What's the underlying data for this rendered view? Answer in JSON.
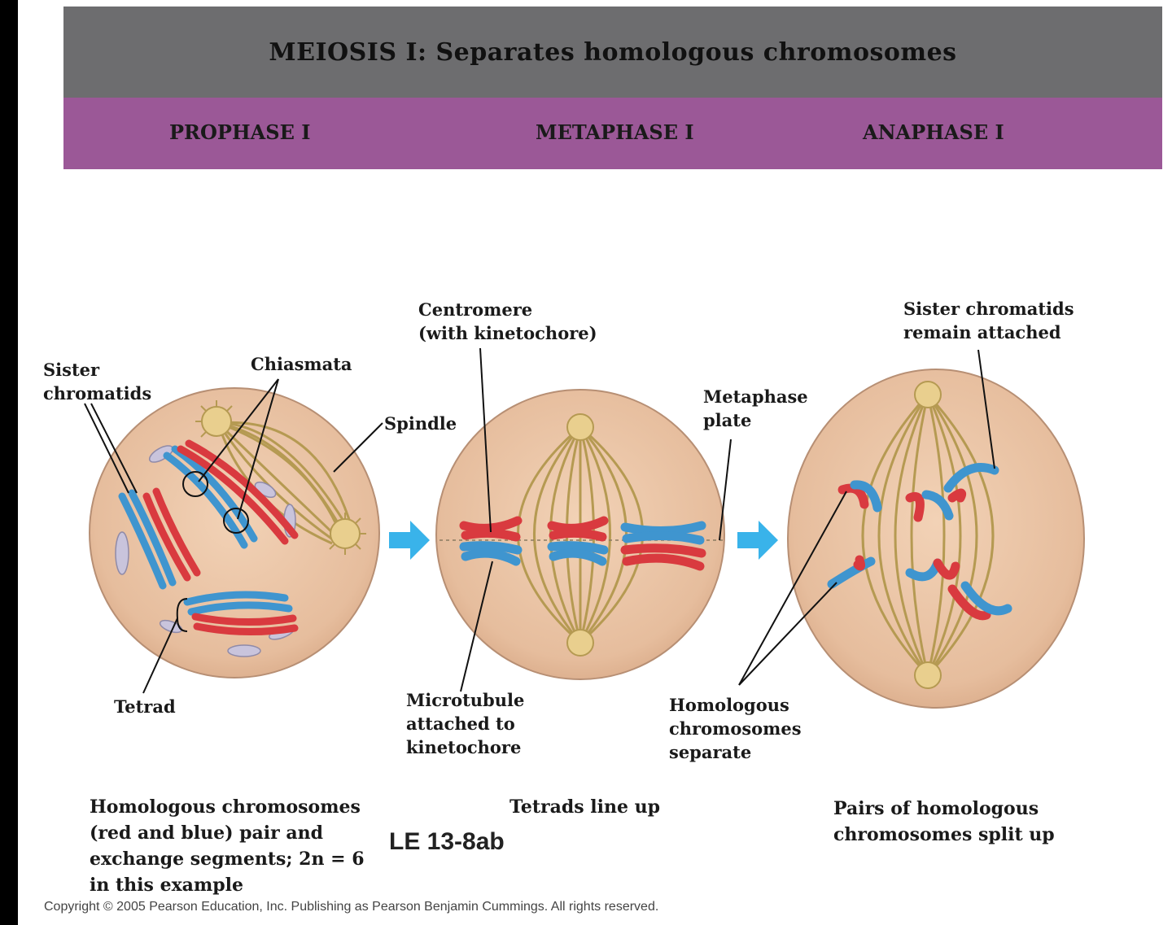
{
  "header": {
    "title": "MEIOSIS I: Separates homologous chromosomes"
  },
  "phases": [
    "PROPHASE I",
    "METAPHASE I",
    "ANAPHASE I"
  ],
  "labels": {
    "sister_chromatids": "Sister\nchromatids",
    "chiasmata": "Chiasmata",
    "spindle": "Spindle",
    "tetrad": "Tetrad",
    "centromere": "Centromere\n(with kinetochore)",
    "metaphase_plate": "Metaphase\nplate",
    "microtubule": "Microtubule\nattached to\nkinetochore",
    "sister_remain": "Sister chromatids\nremain attached",
    "homologous_separate": "Homologous\nchromosomes\nseparate"
  },
  "captions": {
    "prophase": "Homologous chromosomes\n(red and blue) pair and\nexchange segments; 2n = 6\nin this example",
    "metaphase": "Tetrads line up",
    "anaphase": "Pairs of homologous\nchromosomes split up"
  },
  "figure_id": "LE 13-8ab",
  "copyright": "Copyright © 2005 Pearson Education, Inc. Publishing as Pearson Benjamin Cummings. All rights reserved.",
  "colors": {
    "cell": "#e9c3a4",
    "spindle": "#b59a52",
    "red_chromosome": "#d93a3f",
    "blue_chromosome": "#3f95cf",
    "arrow": "#39b3ea",
    "header": "#6d6d6f",
    "phase_bar": "#9b5897"
  }
}
